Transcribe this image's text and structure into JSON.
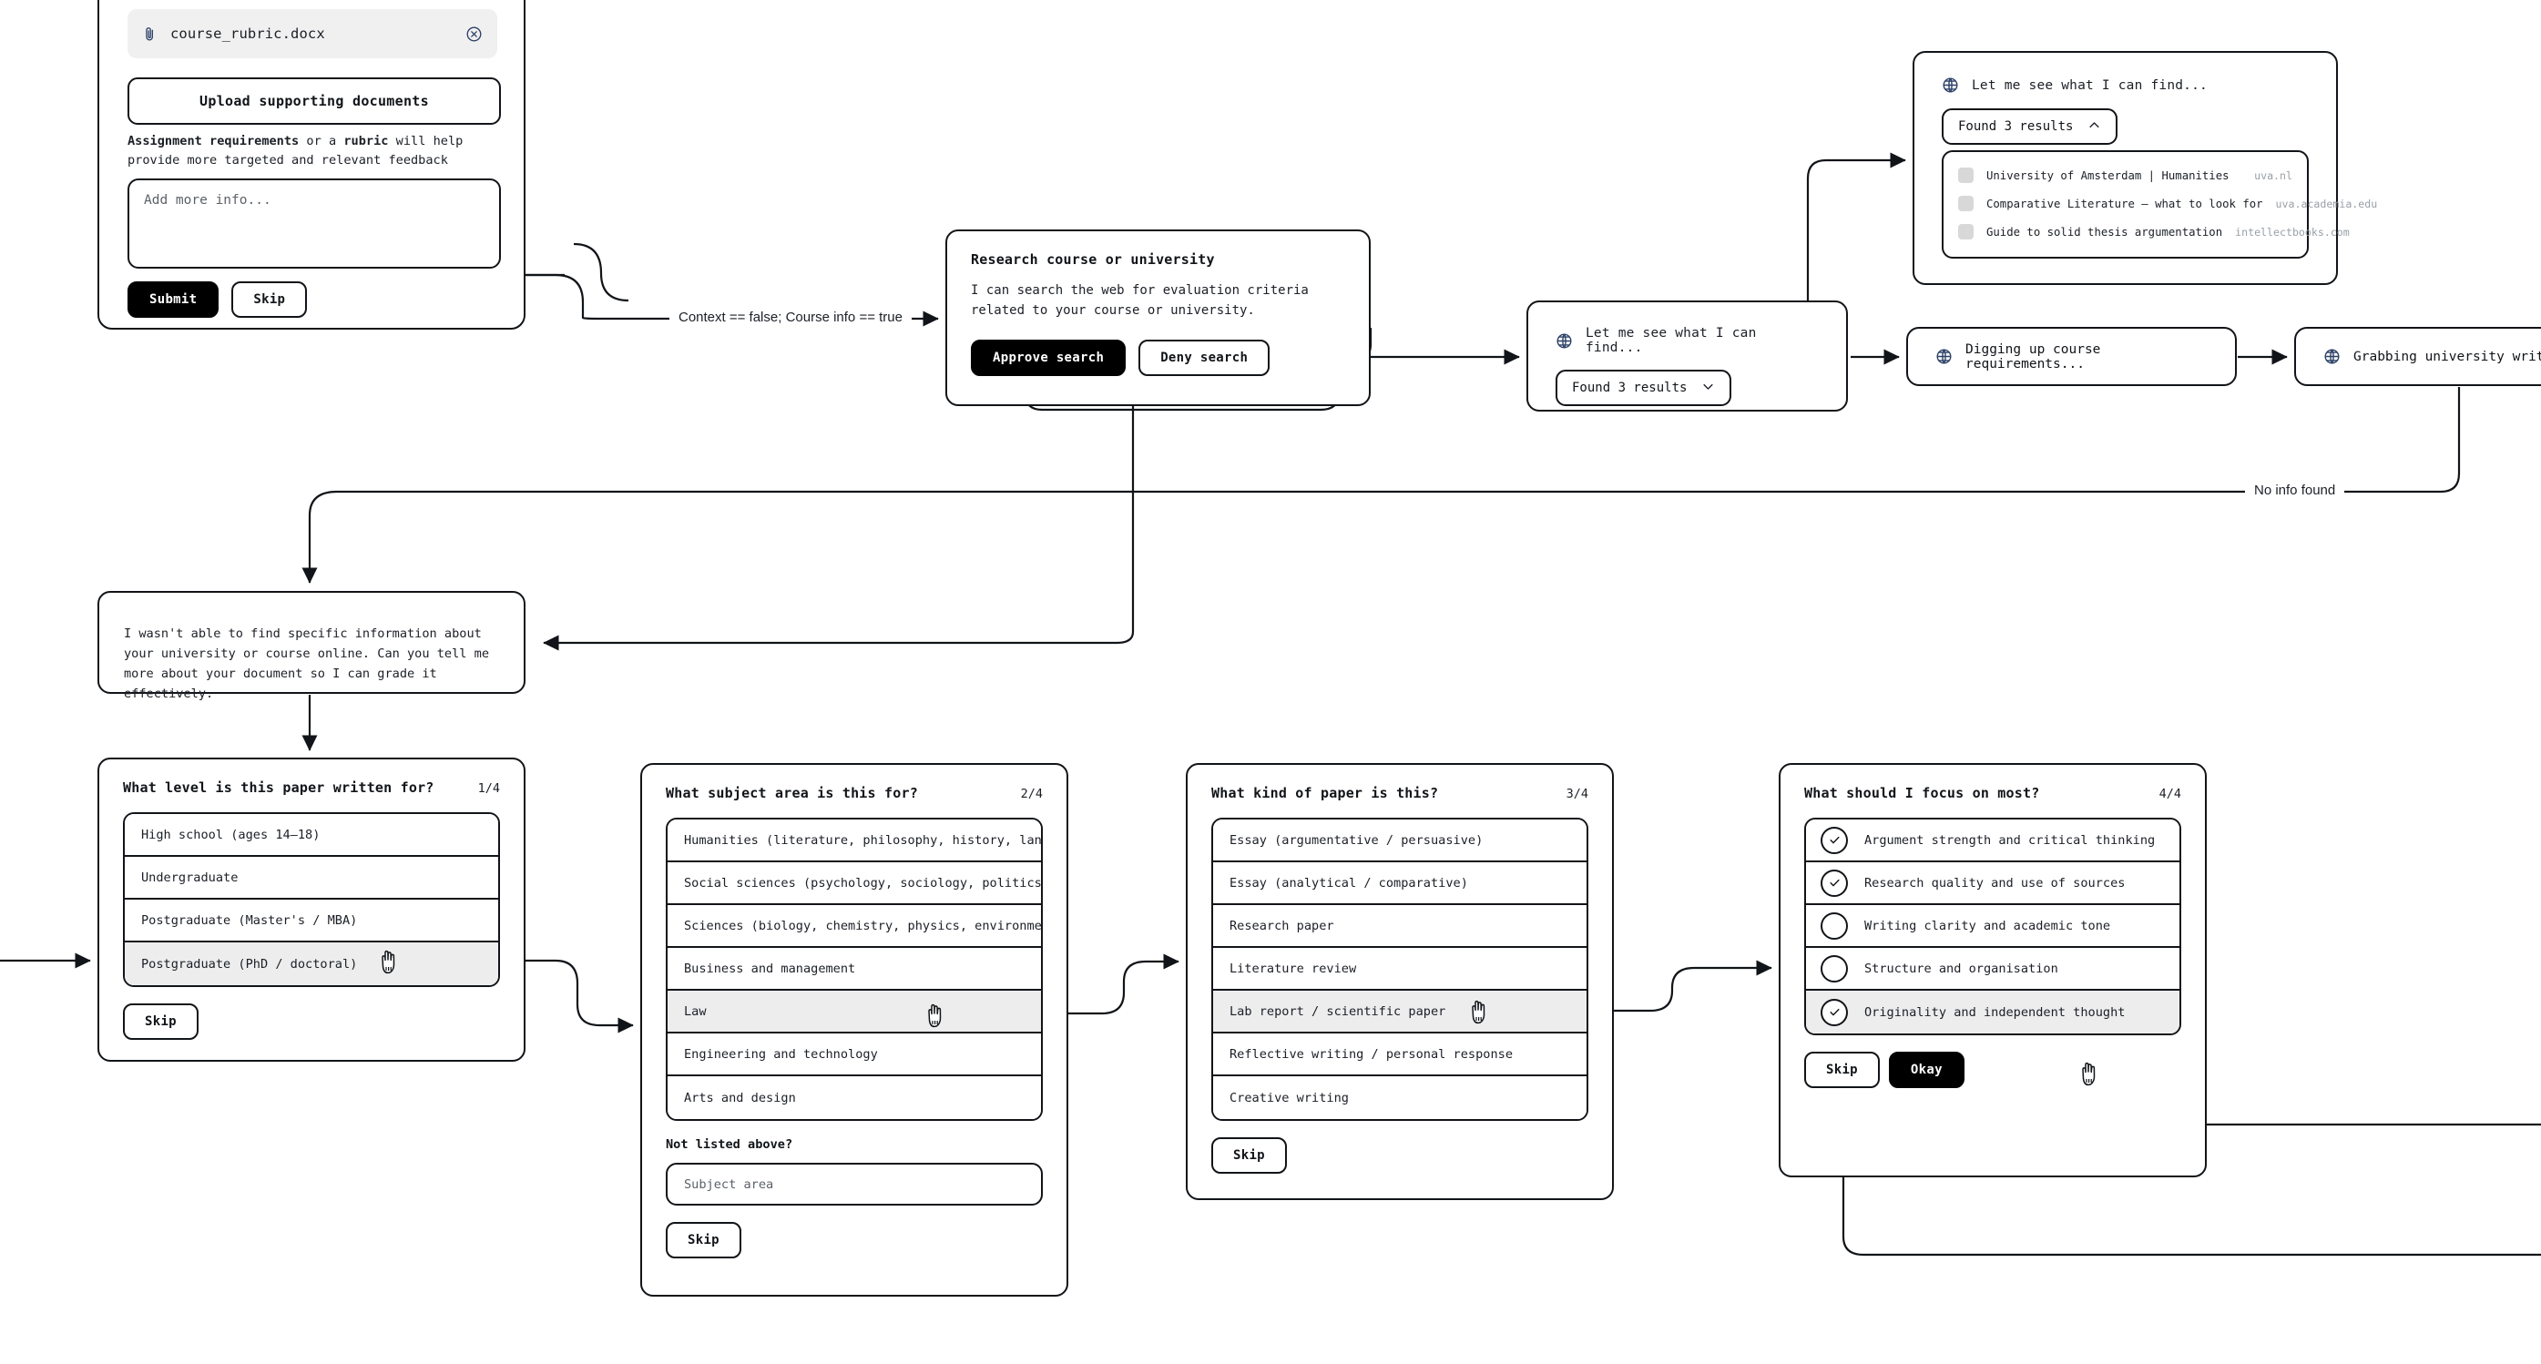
{
  "composer": {
    "file": {
      "name": "course_rubric.docx",
      "attach_icon": "paperclip-icon",
      "remove_icon": "close-circle-icon"
    },
    "upload_button": "Upload supporting documents",
    "helper_bold_1": "Assignment requirements",
    "helper_mid": " or a ",
    "helper_bold_2": "rubric",
    "helper_tail": " will help provide more targeted and relevant feedback",
    "input_placeholder": "Add more info...",
    "submit_label": "Submit",
    "skip_label": "Skip"
  },
  "research": {
    "title": "Research course or university",
    "body": "I can search the web for evaluation criteria related to your course or university.",
    "approve_label": "Approve search",
    "deny_label": "Deny search"
  },
  "search_expanded": {
    "status_text": "Let me see what I can find...",
    "icon": "globe-icon",
    "pill_label": "Found 3 results",
    "pill_chevron": "chevron-up-icon",
    "results": [
      {
        "title": "University of Amsterdam | Humanities",
        "domain": "uva.nl"
      },
      {
        "title": "Comparative Literature — what to look for",
        "domain": "uva.academia.edu"
      },
      {
        "title": "Guide to solid thesis argumentation",
        "domain": "intellectbooks.com"
      }
    ]
  },
  "search_collapsed": {
    "status_text": "Let me see what I can find...",
    "icon": "globe-icon",
    "pill_label": "Found 3 results",
    "pill_chevron": "chevron-down-icon"
  },
  "status_cards": [
    {
      "icon": "globe-icon",
      "text": "Digging up course requirements..."
    },
    {
      "icon": "globe-icon",
      "text": "Grabbing university writing guide..."
    }
  ],
  "assistant_message": {
    "text": "I wasn't able to find specific information about your university or course online. Can you tell me more about your document so I can grade it effectively."
  },
  "edge_labels": {
    "context_condition": "Context == false; Course info == true",
    "no_info": "No info found"
  },
  "questions": [
    {
      "title": "What level is this paper written for?",
      "step": "1/4",
      "options": [
        {
          "label": "High school (ages 14–18)",
          "highlighted": false
        },
        {
          "label": "Undergraduate",
          "highlighted": false
        },
        {
          "label": "Postgraduate (Master's / MBA)",
          "highlighted": false
        },
        {
          "label": "Postgraduate (PhD / doctoral)",
          "highlighted": true
        }
      ],
      "skip_label": "Skip"
    },
    {
      "title": "What subject area is this for?",
      "step": "2/4",
      "options": [
        {
          "label": "Humanities (literature, philosophy, history, languages)",
          "highlighted": false
        },
        {
          "label": "Social sciences (psychology, sociology, politics, econom…",
          "highlighted": false
        },
        {
          "label": "Sciences (biology, chemistry, physics, environmental)",
          "highlighted": false
        },
        {
          "label": "Business and management",
          "highlighted": false
        },
        {
          "label": "Law",
          "highlighted": true
        },
        {
          "label": "Engineering and technology",
          "highlighted": false
        },
        {
          "label": "Arts and design",
          "highlighted": false
        }
      ],
      "sublabel": "Not listed above?",
      "field_placeholder": "Subject area",
      "skip_label": "Skip"
    },
    {
      "title": "What kind of paper is this?",
      "step": "3/4",
      "options": [
        {
          "label": "Essay (argumentative / persuasive)",
          "highlighted": false
        },
        {
          "label": "Essay (analytical / comparative)",
          "highlighted": false
        },
        {
          "label": "Research paper",
          "highlighted": false
        },
        {
          "label": "Literature review",
          "highlighted": false
        },
        {
          "label": "Lab report / scientific paper",
          "highlighted": true
        },
        {
          "label": "Reflective writing / personal response",
          "highlighted": false
        },
        {
          "label": "Creative writing",
          "highlighted": false
        }
      ],
      "skip_label": "Skip"
    },
    {
      "title": "What should I focus on most?",
      "step": "4/4",
      "options": [
        {
          "label": "Argument strength and critical thinking",
          "checked": true,
          "highlighted": false
        },
        {
          "label": "Research quality and use of sources",
          "checked": true,
          "highlighted": false
        },
        {
          "label": "Writing clarity and academic tone",
          "checked": false,
          "highlighted": false
        },
        {
          "label": "Structure and organisation",
          "checked": false,
          "highlighted": false
        },
        {
          "label": "Originality and independent thought",
          "checked": true,
          "highlighted": true
        }
      ],
      "skip_label": "Skip",
      "okay_label": "Okay"
    }
  ],
  "colors": {
    "stroke": "#111418",
    "accent_navy": "#2d4167",
    "highlight": "#ededed",
    "chip_bg": "#f0f0f0",
    "muted": "#9aa0a6",
    "dark_button": "#000000"
  }
}
